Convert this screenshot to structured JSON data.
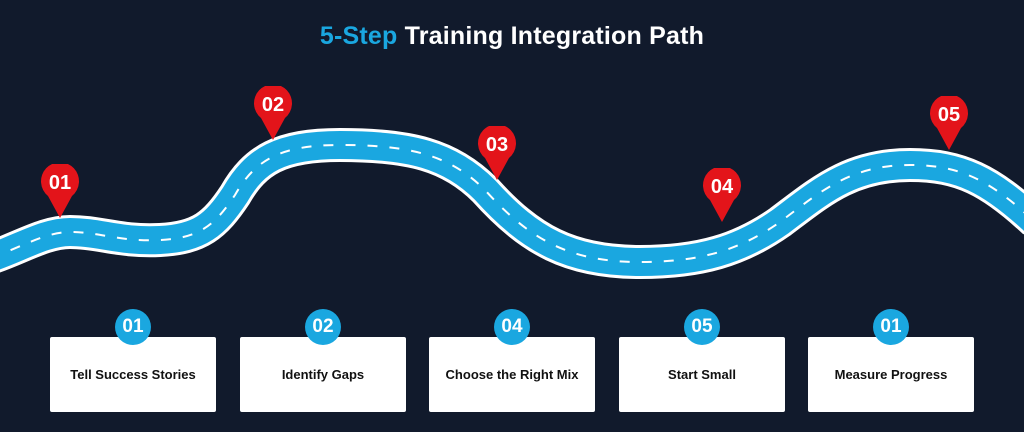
{
  "title": {
    "accent": "5-Step",
    "rest": "Training Integration Path"
  },
  "colors": {
    "background": "#111a2c",
    "road": "#1aa7e0",
    "pin": "#e3141a",
    "card": "#ffffff"
  },
  "road_pins": [
    "01",
    "02",
    "03",
    "04",
    "05"
  ],
  "steps": [
    {
      "number": "01",
      "label": "Tell Success Stories"
    },
    {
      "number": "02",
      "label": "Identify Gaps"
    },
    {
      "number": "04",
      "label": "Choose the Right Mix"
    },
    {
      "number": "05",
      "label": "Start Small"
    },
    {
      "number": "01",
      "label": "Measure Progress"
    }
  ]
}
